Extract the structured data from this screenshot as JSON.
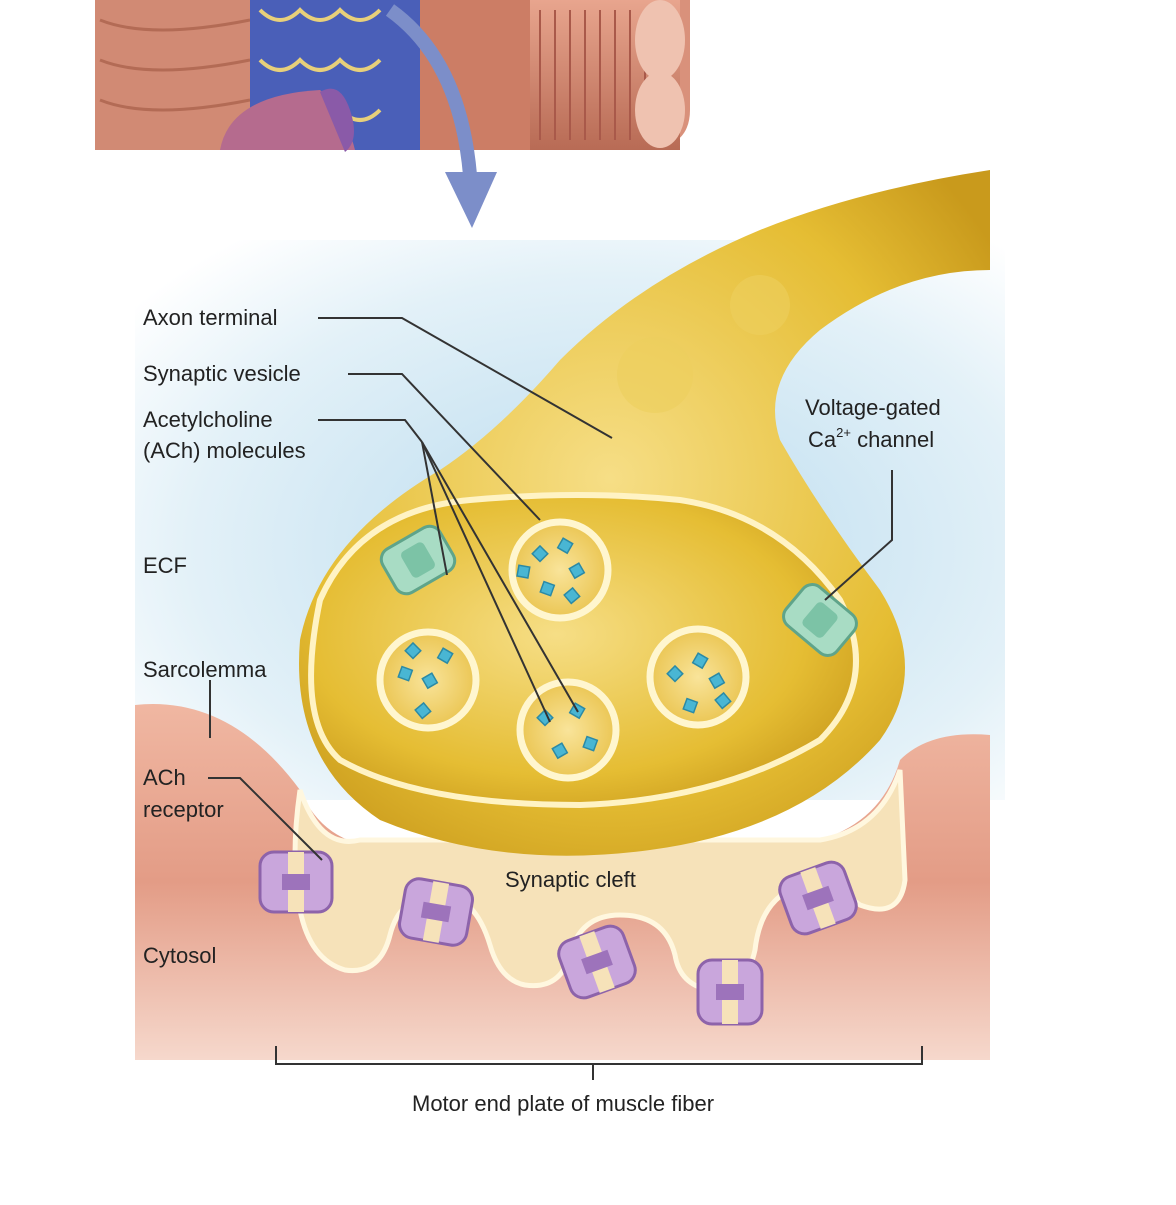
{
  "labels": {
    "axon_terminal": "Axon terminal",
    "synaptic_vesicle": "Synaptic vesicle",
    "ach_molecules_line1": "Acetylcholine",
    "ach_molecules_line2": "(ACh) molecules",
    "ecf": "ECF",
    "sarcolemma": "Sarcolemma",
    "ach_receptor_line1": "ACh",
    "ach_receptor_line2": "receptor",
    "cytosol": "Cytosol",
    "synaptic_cleft": "Synaptic cleft",
    "voltage_gated_line1": "Voltage-gated",
    "voltage_gated_ca": "Ca",
    "voltage_gated_sup": "2+",
    "voltage_gated_channel": " channel",
    "motor_end_plate": "Motor end plate of muscle fiber"
  },
  "colors": {
    "axon": "#e8c13a",
    "vesicle_fill": "#f3d77a",
    "vesicle_rim": "#fff4c8",
    "ach_molecule": "#49b6d3",
    "ca_channel": "#a8dcc4",
    "ach_receptor": "#c9a6dc",
    "receptor_dark": "#7a4b9a",
    "muscle": "#e7a08d",
    "cleft": "#f7e3b8",
    "ecf_blue": "#cfe6f2",
    "leader_line": "#333333",
    "arrow": "#7c8ec9"
  }
}
